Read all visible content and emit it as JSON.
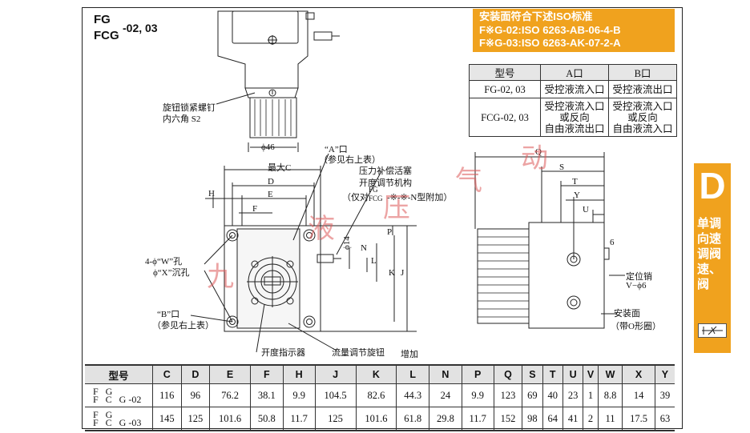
{
  "title": {
    "line1": "FG",
    "line2": "FCG",
    "suffix": "-02, 03"
  },
  "iso": {
    "heading": "安装面符合下述ISO标准",
    "line2": "F※G-02:ISO 6263-AB-06-4-B",
    "line3": "F※G-03:ISO 6263-AK-07-2-A"
  },
  "spec_table": {
    "headers": [
      "型号",
      "A口",
      "B口"
    ],
    "rows": [
      {
        "model": "FG-02, 03",
        "a": "受控液流入口",
        "b": "受控液流出口"
      },
      {
        "model": "FCG-02, 03",
        "a": [
          "受控液流入口",
          "或反向",
          "自由液流出口"
        ],
        "b": [
          "受控液流入口",
          "或反向",
          "自由液流入口"
        ]
      }
    ]
  },
  "side_tab": {
    "letter": "D",
    "text": [
      "单调",
      "向速",
      "调阀",
      "速、",
      "阀"
    ]
  },
  "labels": {
    "knob_screw": "旋钮锁紧螺钉",
    "hex": "内六角 S2",
    "phi46": "ϕ46",
    "port_a": "“A”口",
    "ref_table_a": "（参见右上表）",
    "max_c": "最大C",
    "d": "D",
    "e": "E",
    "h": "H",
    "f": "F",
    "comp_piston": "压力补偿活塞",
    "open_adj": "开度调节机构",
    "only_for": "（仅对",
    "fg": "FG",
    "fcg": "FCG",
    "model_suffix": "-※-※-N型附加）",
    "holes_w": "4-ϕ“W”孔",
    "holes_x": "ϕ“X”沉孔",
    "port_b": "“B”口",
    "ref_table_b": "（参见右上表）",
    "indicator": "开度指示器",
    "flow_knob": "流量调节旋钮",
    "increase": "增加",
    "phi14": "ϕ14",
    "p": "P",
    "n": "N",
    "l": "L",
    "k": "K",
    "j": "J",
    "q": "Q",
    "s": "S",
    "t": "T",
    "y": "Y",
    "u": "U",
    "six": "6",
    "locating_pin": "定位销",
    "v_phi6": "V−ϕ6",
    "mount_face": "安装面",
    "o_ring": "（带O形圈）"
  },
  "watermark": [
    "九",
    "液",
    "压",
    "气",
    "动"
  ],
  "dims_table": {
    "headers": [
      "型号",
      "C",
      "D",
      "E",
      "F",
      "H",
      "J",
      "K",
      "L",
      "N",
      "P",
      "Q",
      "S",
      "T",
      "U",
      "V",
      "W",
      "X",
      "Y"
    ],
    "rows": [
      {
        "model_top": "F G",
        "model_bottom": "F C G",
        "suffix": "-02",
        "values": [
          "116",
          "96",
          "76.2",
          "38.1",
          "9.9",
          "104.5",
          "82.6",
          "44.3",
          "24",
          "9.9",
          "123",
          "69",
          "40",
          "23",
          "1",
          "8.8",
          "14",
          "39"
        ]
      },
      {
        "model_top": "F G",
        "model_bottom": "F C G",
        "suffix": "-03",
        "values": [
          "145",
          "125",
          "101.6",
          "50.8",
          "11.7",
          "125",
          "101.6",
          "61.8",
          "29.8",
          "11.7",
          "152",
          "98",
          "64",
          "41",
          "2",
          "11",
          "17.5",
          "63"
        ]
      }
    ]
  },
  "colors": {
    "accent": "#f0a21e",
    "watermark": "#dc5a5a"
  }
}
